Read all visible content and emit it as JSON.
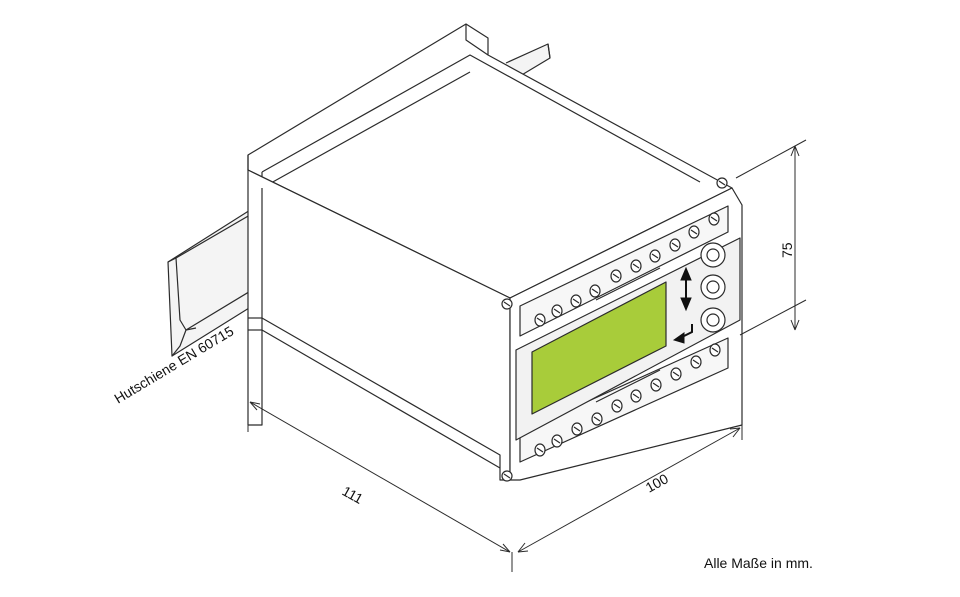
{
  "labels": {
    "rail": "Hutschiene EN 60715",
    "dim_depth": "111",
    "dim_width": "100",
    "dim_height": "75",
    "note": "Alle Maße in mm."
  },
  "colors": {
    "display": "#a8cc3a",
    "line": "#2b2b2b",
    "body": "#ffffff",
    "shadow": "#e9e9e9"
  },
  "icons": [
    "arrow-up-icon",
    "arrow-down-icon",
    "enter-icon"
  ]
}
